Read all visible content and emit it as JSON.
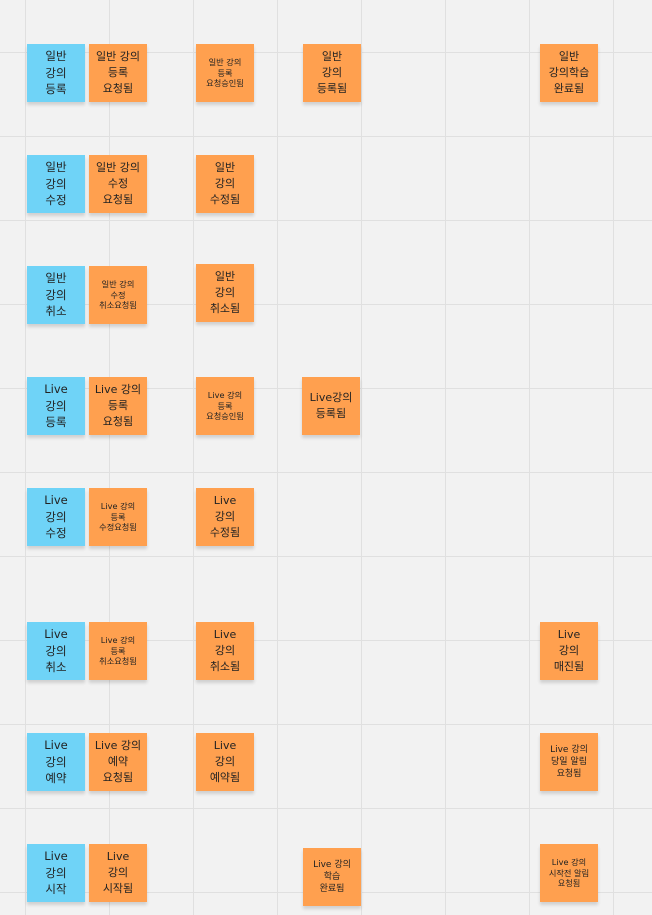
{
  "colors": {
    "command": "#6fd3f7",
    "event": "#ffa04f",
    "background": "#f2f2f2"
  },
  "notes": {
    "r1": {
      "cmd": "일반\n강의\n등록",
      "e1": "일반 강의\n등록\n요청됨",
      "e2": "일반 강의\n등록\n요청승인됨",
      "e3": "일반\n강의\n등록됨",
      "e4": "일반\n강의학습\n완료됨"
    },
    "r2": {
      "cmd": "일반\n강의\n수정",
      "e1": "일반 강의\n수정\n요청됨",
      "e2": "일반\n강의\n수정됨"
    },
    "r3": {
      "cmd": "일반\n강의\n취소",
      "e1": "일반 강의\n수정\n취소요청됨",
      "e2": "일반\n강의\n취소됨"
    },
    "r4": {
      "cmd": "Live\n강의\n등록",
      "e1": "Live 강의\n등록\n요청됨",
      "e2": "Live 강의\n등록\n요청승인됨",
      "e3": "Live강의\n등록됨"
    },
    "r5": {
      "cmd": "Live\n강의\n수정",
      "e1": "Live 강의\n등록\n수정요청됨",
      "e2": "Live\n강의\n수정됨"
    },
    "r6": {
      "cmd": "Live\n강의\n취소",
      "e1": "Live 강의\n등록\n취소요청됨",
      "e2": "Live\n강의\n취소됨",
      "e4": "Live\n강의\n매진됨"
    },
    "r7": {
      "cmd": "Live\n강의\n예약",
      "e1": "Live 강의\n예약\n요청됨",
      "e2": "Live\n강의\n예약됨",
      "e4": "Live 강의\n당일 알림\n요청됨"
    },
    "r8": {
      "cmd": "Live\n강의\n시작",
      "e1": "Live\n강의\n시작됨",
      "e3": "Live 강의\n학습\n완료됨",
      "e4": "Live 강의\n시작전 알림\n요청됨"
    }
  }
}
